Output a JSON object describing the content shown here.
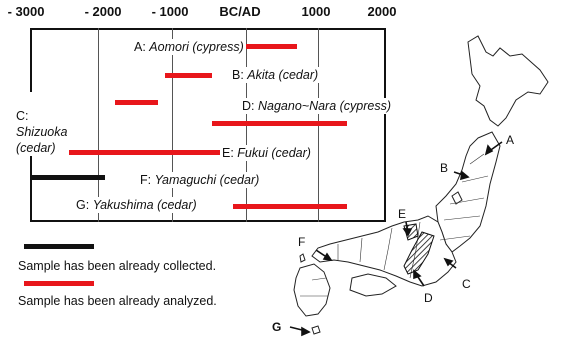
{
  "axis": {
    "labels": [
      "- 3000",
      "- 2000",
      "- 1000",
      "BC/AD",
      "1000",
      "2000"
    ],
    "range": [
      -3000,
      2000
    ]
  },
  "sites": [
    {
      "letter": "A:",
      "name": "Aomori (cypress)",
      "start": 0,
      "end": 750,
      "type": "analyzed"
    },
    {
      "letter": "B:",
      "name": "Akita (cedar)",
      "start": -1100,
      "end": -450,
      "type": "analyzed"
    },
    {
      "letter": "C:",
      "name": "Shizuoka\n(cedar)",
      "start": -1800,
      "end": -1200,
      "type": "analyzed"
    },
    {
      "letter": "D:",
      "name": "Nagano~Nara (cypress)",
      "start": -450,
      "end": 1450,
      "type": "analyzed"
    },
    {
      "letter": "E:",
      "name": "Fukui (cedar)",
      "start": -2450,
      "end": -300,
      "type": "analyzed"
    },
    {
      "letter": "F:",
      "name": "Yamaguchi (cedar)",
      "start": -3000,
      "end": -1950,
      "type": "collected"
    },
    {
      "letter": "G:",
      "name": "Yakushima (cedar)",
      "start": -150,
      "end": 1450,
      "type": "analyzed"
    }
  ],
  "legend": {
    "collected": "Sample has been already collected.",
    "analyzed": "Sample has been already analyzed."
  },
  "map": {
    "markers": [
      "A",
      "B",
      "C",
      "D",
      "E",
      "F",
      "G"
    ]
  },
  "colors": {
    "analyzed": "#e8161b",
    "collected": "#111111"
  }
}
